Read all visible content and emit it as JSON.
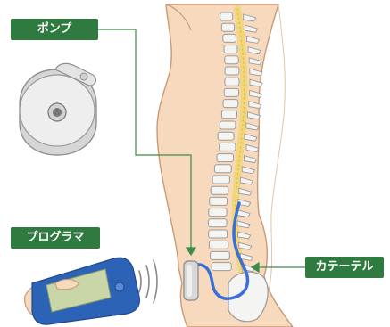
{
  "labels": {
    "pump": "ポンプ",
    "programmer": "プログラマ",
    "catheter": "カテーテル"
  },
  "colors": {
    "label_bg": "#2f7a3e",
    "label_text": "#ffffff",
    "leader_line": "#3d8b4a",
    "skin": "#f7d9bd",
    "skin_outline": "#c99a78",
    "catheter": "#3a6fd8",
    "spinal_cord": "#f2d67a",
    "vertebra": "#f4f4f2",
    "pump_device": "#e2e2e2",
    "programmer_body": "#2d63b6",
    "programmer_screen": "#c9d7a8"
  },
  "icons": {
    "pump": "implantable-pump-icon",
    "programmer": "handheld-programmer-icon",
    "signal": "wireless-signal-icon"
  }
}
